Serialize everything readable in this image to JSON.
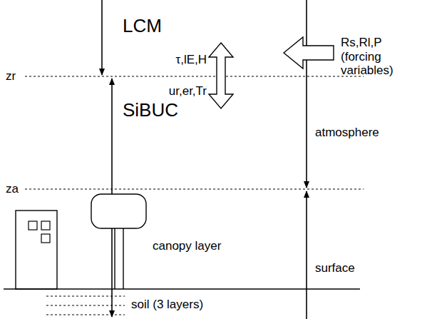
{
  "diagram": {
    "labels": [
      "LCM",
      "Rs,Rl,P",
      "(forcing variables)",
      "τ,lE,H",
      "zr",
      "ur,er,Tr",
      "SiBUC",
      "atmosphere",
      "za",
      "canopy layer",
      "surface",
      "soil (3 layers)"
    ]
  }
}
